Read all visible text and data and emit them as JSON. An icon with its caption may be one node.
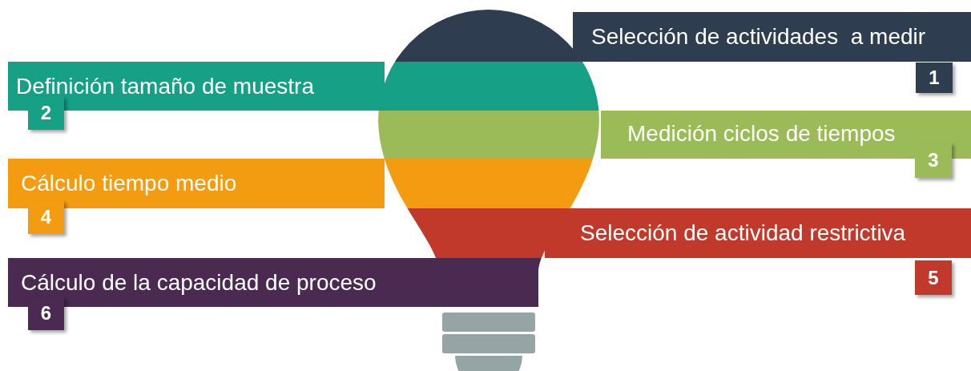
{
  "diagram": {
    "nodes": [
      {
        "text": [
          "Selección de actividades  a medir"
        ]
      },
      {
        "text": [
          "1"
        ]
      },
      {
        "text": [
          "Definición tamaño de muestra"
        ]
      },
      {
        "text": [
          "2"
        ]
      },
      {
        "text": [
          "Medición ciclos de tiempos"
        ]
      },
      {
        "text": [
          "3"
        ]
      },
      {
        "text": [
          "Cálculo tiempo medio"
        ]
      },
      {
        "text": [
          "4"
        ]
      },
      {
        "text": [
          "Selección de actividad restrictiva"
        ]
      },
      {
        "text": [
          "5"
        ]
      },
      {
        "text": [
          "Cálculo de la capacidad de proceso"
        ]
      },
      {
        "text": [
          "6"
        ]
      }
    ],
    "edges": []
  }
}
